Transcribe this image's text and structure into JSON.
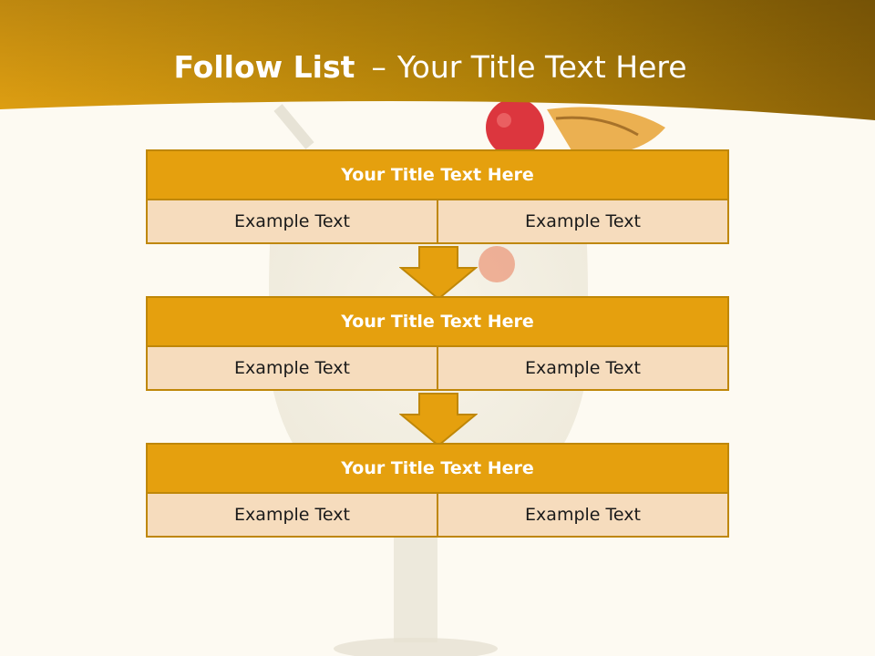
{
  "slide": {
    "title_bold": "Follow List",
    "title_sep": "–",
    "title_rest": "Your Title Text Here"
  },
  "steps": [
    {
      "title": "Your Title Text Here",
      "left": "Example Text",
      "right": "Example Text"
    },
    {
      "title": "Your Title Text Here",
      "left": "Example Text",
      "right": "Example Text"
    },
    {
      "title": "Your Title Text Here",
      "left": "Example Text",
      "right": "Example Text"
    }
  ],
  "colors": {
    "accent": "#e5a00e",
    "accent_border": "#bf8708",
    "cell_fill": "#f6dcbd",
    "banner_dark": "#8a6107",
    "background": "#fdfaf2"
  }
}
